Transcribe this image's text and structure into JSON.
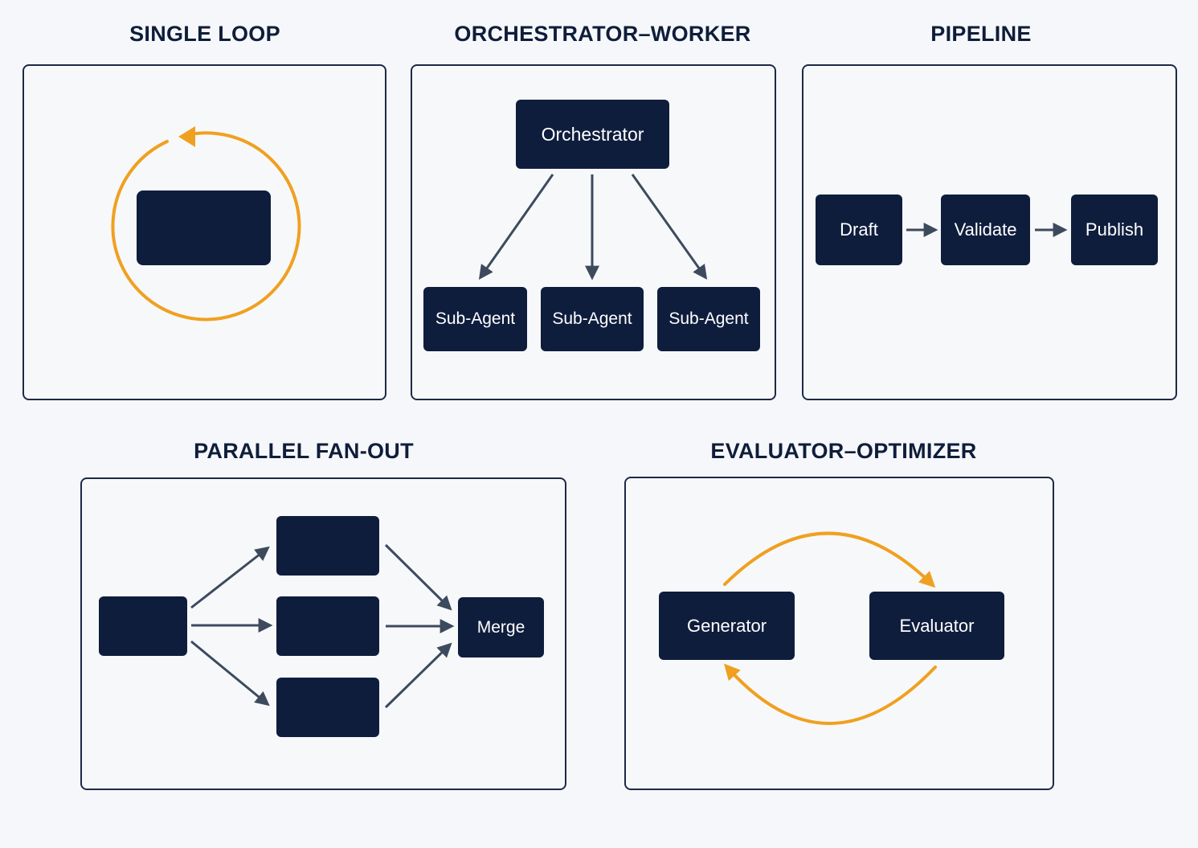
{
  "titles": {
    "single_loop": "SINGLE LOOP",
    "orchestrator_worker": "ORCHESTRATOR–WORKER",
    "pipeline": "PIPELINE",
    "parallel_fan_out": "PARALLEL FAN-OUT",
    "evaluator_optimizer": "EVALUATOR–OPTIMIZER"
  },
  "orchestrator_worker": {
    "orchestrator": "Orchestrator",
    "workers": [
      "Sub-Agent",
      "Sub-Agent",
      "Sub-Agent"
    ]
  },
  "pipeline": {
    "stages": [
      "Draft",
      "Validate",
      "Publish"
    ]
  },
  "parallel_fan_out": {
    "merge": "Merge"
  },
  "evaluator_optimizer": {
    "generator": "Generator",
    "evaluator": "Evaluator"
  },
  "colors": {
    "node_fill": "#0f1d3d",
    "panel_border": "#1d2a44",
    "arrow": "#3d4a5e",
    "loop_accent": "#f0a020",
    "background": "#f5f7fa"
  }
}
